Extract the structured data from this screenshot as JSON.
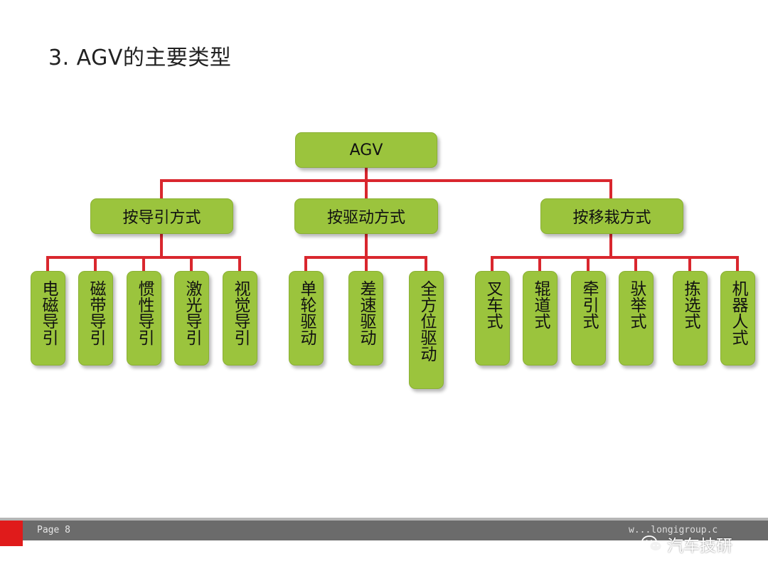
{
  "title": "3. AGV的主要类型",
  "diagram": {
    "root": "AGV",
    "categories": [
      {
        "label": "按导引方式",
        "children": [
          "电磁导引",
          "磁带导引",
          "惯性导引",
          "激光导引",
          "视觉导引"
        ]
      },
      {
        "label": "按驱动方式",
        "children": [
          "单轮驱动",
          "差速驱动",
          "全方位驱动"
        ]
      },
      {
        "label": "按移栽方式",
        "children": [
          "叉车式",
          "辊道式",
          "牵引式",
          "驮举式",
          "拣选式",
          "机器人式"
        ]
      }
    ],
    "colors": {
      "box": "#9bc43d",
      "connector": "#d9272e"
    }
  },
  "footer": {
    "page_label": "Page 8",
    "url": "w...longigroup.c",
    "watermark": "汽车技研",
    "watermark_icon": "wechat-icon"
  }
}
